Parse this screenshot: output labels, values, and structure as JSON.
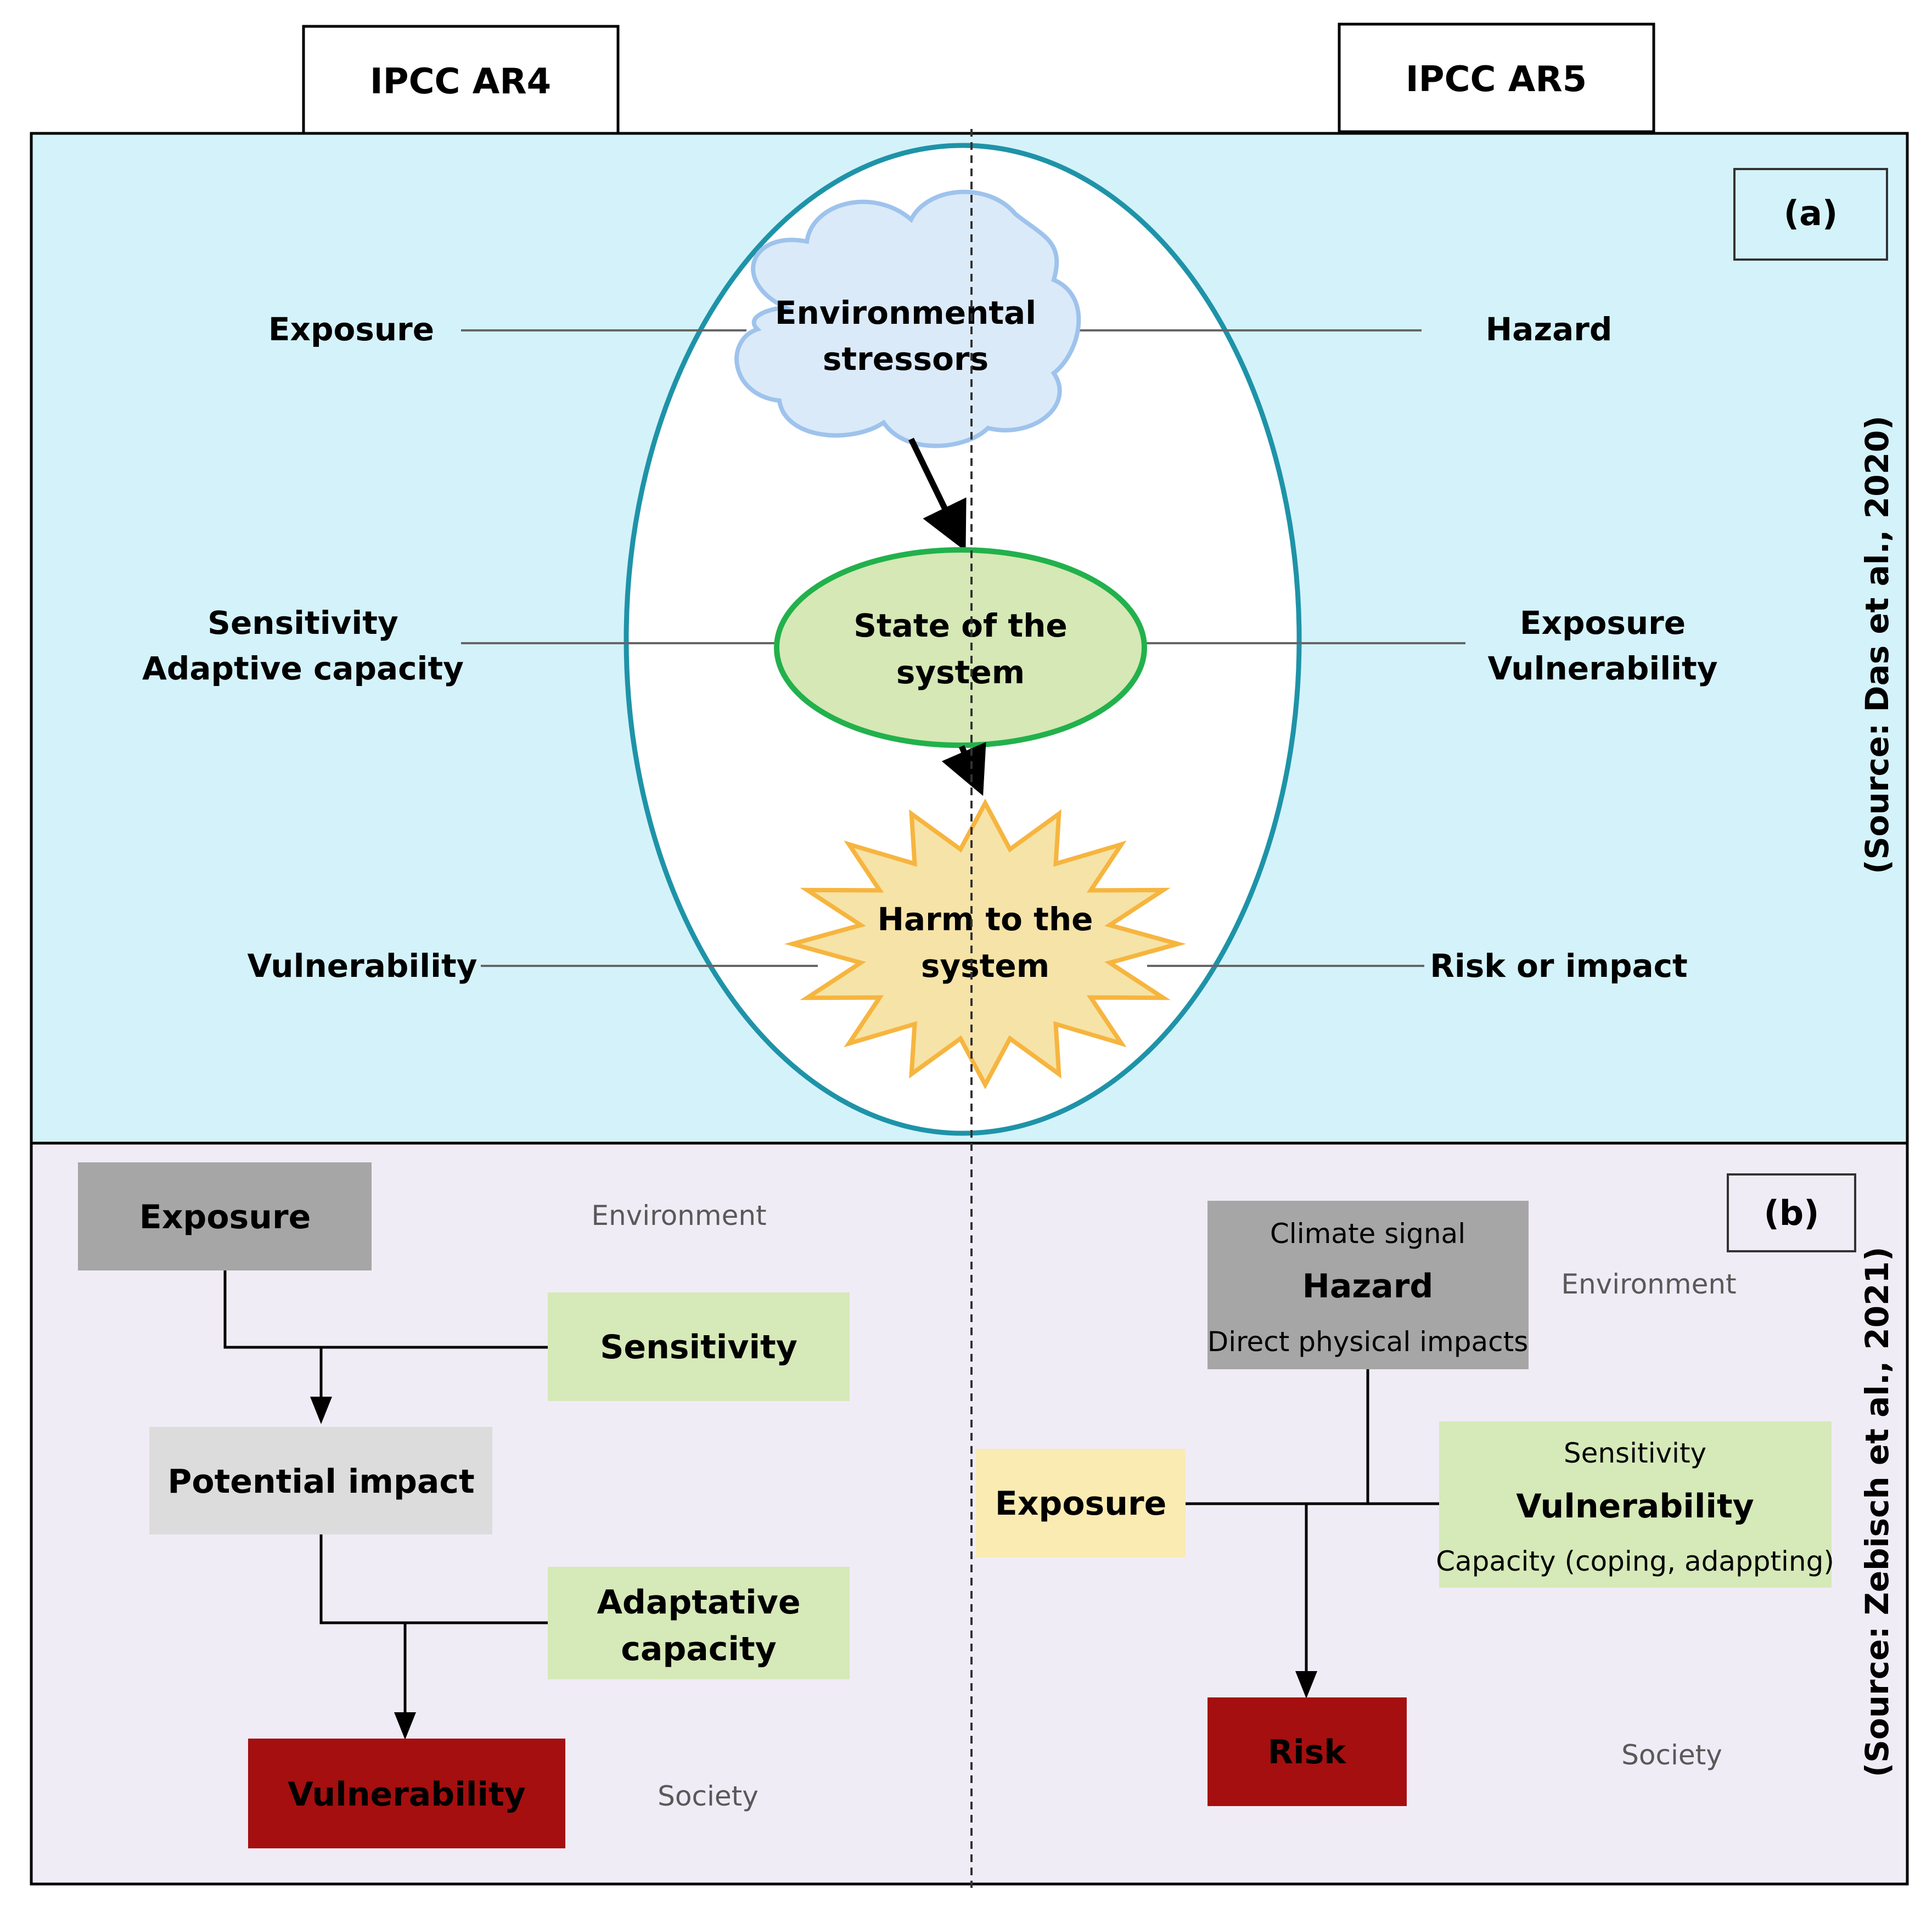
{
  "headers": {
    "ar4": "IPCC AR4",
    "ar5": "IPCC AR5"
  },
  "panel_a": {
    "tag": "(a)",
    "source": "(Source: Das et al., 2020)",
    "center": {
      "stressors": [
        "Environmental",
        "stressors"
      ],
      "state": [
        "State of the",
        "system"
      ],
      "harm": [
        "Harm to the",
        "system"
      ]
    },
    "left": {
      "row1": [
        "Exposure"
      ],
      "row2": [
        "Sensitivity",
        "Adaptive capacity"
      ],
      "row3": [
        "Vulnerability"
      ]
    },
    "right": {
      "row1": [
        "Hazard"
      ],
      "row2": [
        "Exposure",
        "Vulnerability"
      ],
      "row3": [
        "Risk or impact"
      ]
    },
    "colors": {
      "panel": "#d4f2fa",
      "ellipse_stroke": "#1e93a8",
      "cloud_fill": "#dbeaf9",
      "cloud_stroke": "#9ec3ec",
      "state_fill": "#d5e8b5",
      "state_stroke": "#22b14c",
      "harm_fill": "#f6e3a7",
      "harm_stroke": "#f6b53f"
    }
  },
  "panel_b": {
    "tag": "(b)",
    "source": "(Source: Zebisch et al., 2021)",
    "ar4": {
      "exposure": "Exposure",
      "sensitivity": "Sensitivity",
      "potential_impact": "Potential impact",
      "adaptative_capacity": [
        "Adaptative",
        "capacity"
      ],
      "vulnerability": "Vulnerability",
      "environment": "Environment",
      "society": "Society"
    },
    "ar5": {
      "hazard": {
        "top": "Climate signal",
        "main": "Hazard",
        "bottom": "Direct physical impacts"
      },
      "exposure": "Exposure",
      "vulnerability": {
        "top": "Sensitivity",
        "main": "Vulnerability",
        "bottom": "Capacity (coping, adappting)"
      },
      "risk": "Risk",
      "environment": "Environment",
      "society": "Society"
    },
    "colors": {
      "panel": "#f0ecf6",
      "grey": "#a6a6a6",
      "light_grey": "#dcdcdc",
      "green": "#d6e9b8",
      "yellow": "#f9ebb2",
      "red": "#a50f0f"
    }
  }
}
